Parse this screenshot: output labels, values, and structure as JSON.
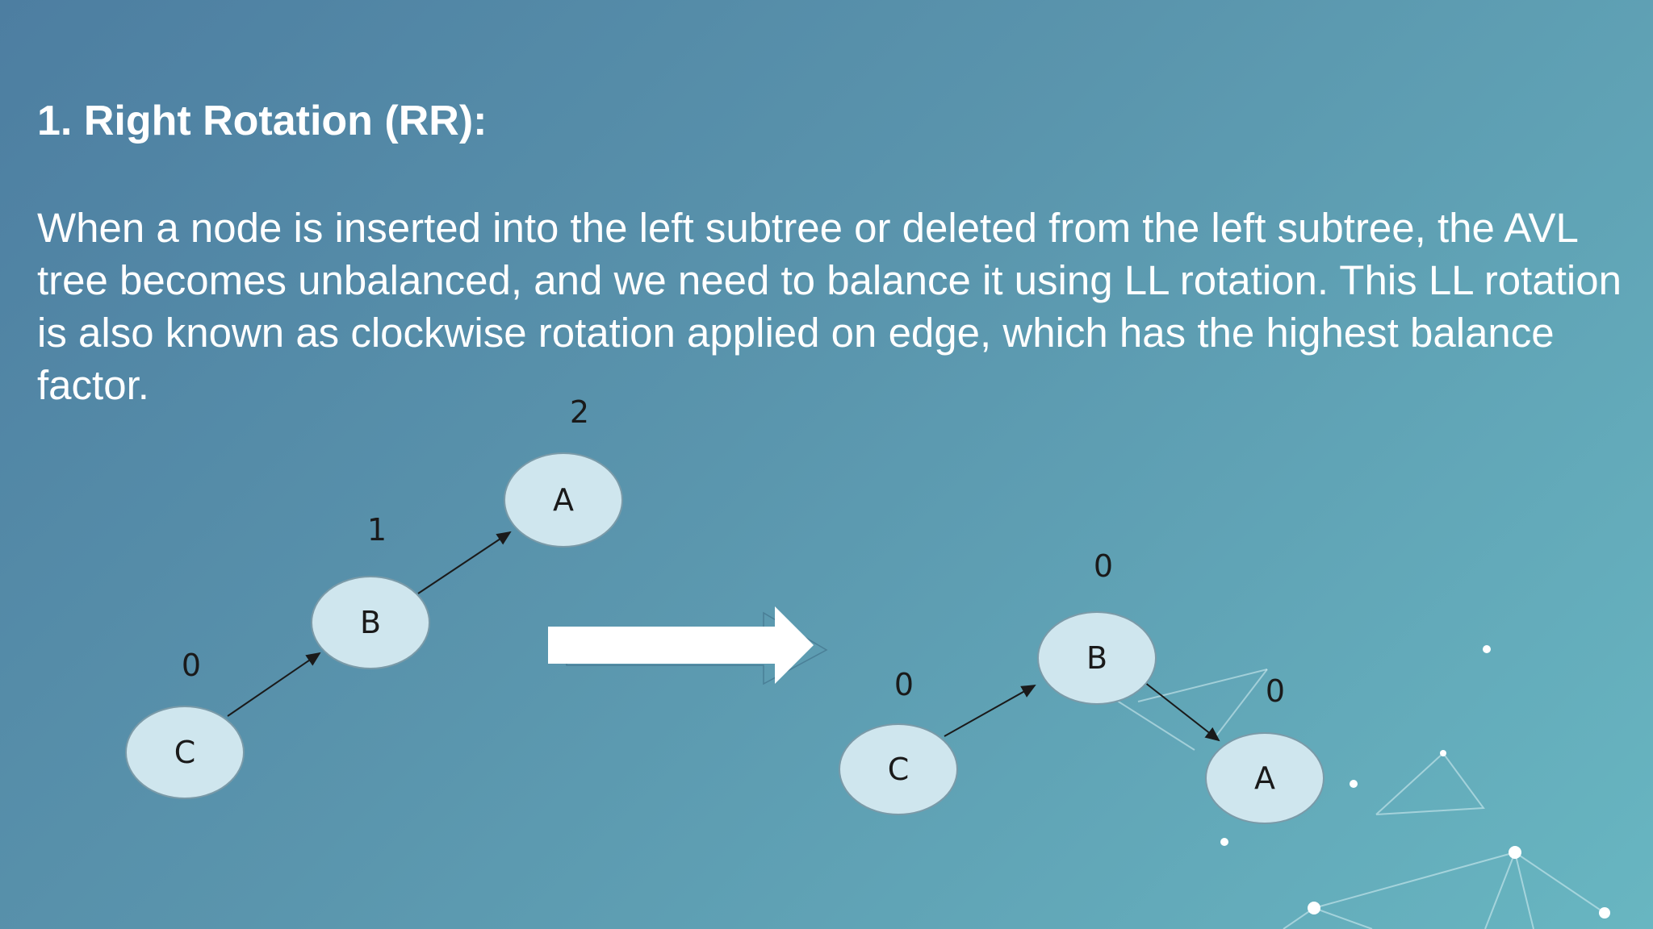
{
  "heading": "1. Right Rotation (RR):",
  "body": "When a node is inserted into the left subtree or deleted from the left subtree, the AVL tree becomes unbalanced, and we need to balance it using LL rotation. This LL rotation is also known as clockwise rotation applied on edge, which has the highest balance factor.",
  "before_tree": {
    "node_a": "A",
    "node_b": "B",
    "node_c": "C",
    "bf_a": "2",
    "bf_b": "1",
    "bf_c": "0"
  },
  "after_tree": {
    "node_a": "A",
    "node_b": "B",
    "node_c": "C",
    "bf_a": "0",
    "bf_b": "0",
    "bf_c": "0"
  },
  "colors": {
    "node_fill": "#cfe6ee",
    "arrow": "#ffffff",
    "text": "#ffffff"
  }
}
